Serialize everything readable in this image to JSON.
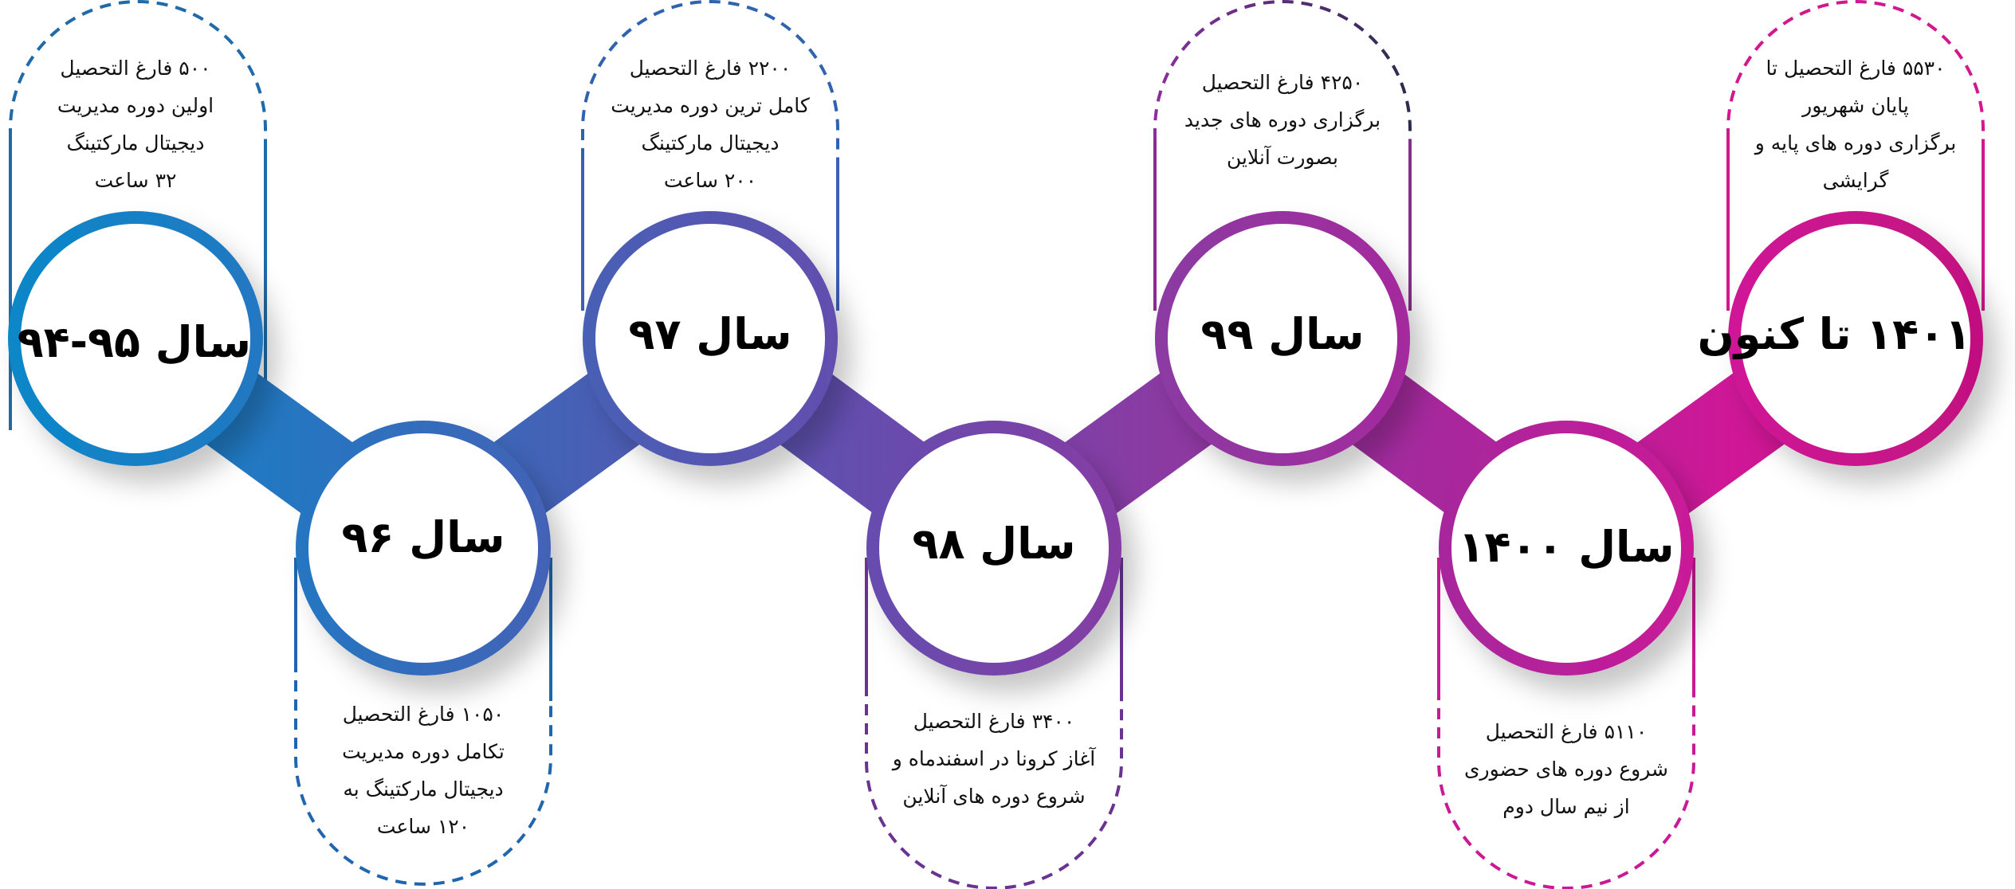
{
  "colors": {
    "gradient": [
      "#0a88c9",
      "#2874c0",
      "#4a5eb4",
      "#6a4aad",
      "#8c3aa2",
      "#a8279c",
      "#cf1797",
      "#c0107c"
    ],
    "outline_blue": "#1f6aa8",
    "outline_purple": "#6a3391",
    "outline_dark": "#2b2b50",
    "outline_pink": "#d2188f"
  },
  "milestones": [
    {
      "label": "سال ۹۵-۹۴",
      "lines": [
        "۵۰۰ فارغ التحصیل",
        "اولین دوره مدیریت",
        "دیجیتال مارکتینگ",
        "۳۲ ساعت"
      ]
    },
    {
      "label": "سال ۹۶",
      "lines": [
        "۱۰۵۰ فارغ التحصیل",
        "تکامل دوره مدیریت",
        "دیجیتال مارکتینگ به",
        "۱۲۰ ساعت"
      ]
    },
    {
      "label": "سال ۹۷",
      "lines": [
        "۲۲۰۰ فارغ التحصیل",
        "کامل ترین دوره مدیریت",
        "دیجیتال مارکتینگ",
        "۲۰۰ ساعت"
      ]
    },
    {
      "label": "سال ۹۸",
      "lines": [
        "۳۴۰۰ فارغ التحصیل",
        "آغاز کرونا در اسفندماه و",
        "شروع دوره های آنلاین"
      ]
    },
    {
      "label": "سال ۹۹",
      "lines": [
        "۴۲۵۰ فارغ التحصیل",
        "برگزاری دوره های جدید",
        "بصورت آنلاین"
      ]
    },
    {
      "label": "سال ۱۴۰۰",
      "lines": [
        "۵۱۱۰ فارغ التحصیل",
        "شروع دوره های حضوری",
        "از نیم سال دوم"
      ]
    },
    {
      "label": "۱۴۰۱ تا کنون",
      "lines": [
        "۵۵۳۰ فارغ التحصیل تا",
        "پایان شهریور",
        "برگزاری دوره های پایه و",
        "گرایشی"
      ]
    }
  ]
}
